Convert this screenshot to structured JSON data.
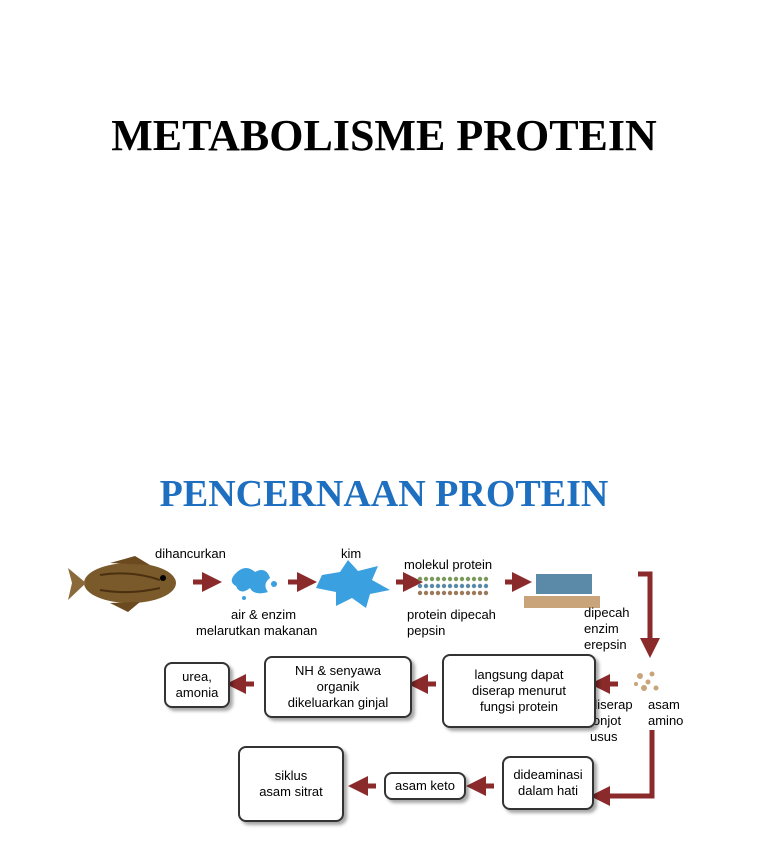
{
  "slide1": {
    "title": "METABOLISME PROTEIN"
  },
  "slide2": {
    "title": "PENCERNAAN PROTEIN",
    "labels": {
      "dihancurkan": "dihancurkan",
      "kim": "kim",
      "molekul_protein": "molekul protein",
      "air_enzim": "air & enzim",
      "melarutkan": "melarutkan makanan",
      "protein_dipecah": "protein dipecah",
      "pepsin": "pepsin",
      "dipecah": "dipecah",
      "enzim": "enzim",
      "erepsin": "erepsin",
      "diserap": "diserap",
      "jonjot": "jonjot",
      "usus": "usus",
      "asam": "asam",
      "amino": "amino"
    },
    "boxes": {
      "urea": "urea,\namonia",
      "nh": "NH  & senyawa\norganik\ndikeluarkan ginjal",
      "langsung": "langsung dapat\ndiserap menurut\nfungsi protein",
      "siklus": "siklus\nasam sitrat",
      "asam_keto": "asam keto",
      "dideaminasi": "dideaminasi\ndalam hati"
    },
    "colors": {
      "arrow": "#8b2a2a",
      "title": "#1f6fc0",
      "splash": "#3aa0e0"
    }
  }
}
